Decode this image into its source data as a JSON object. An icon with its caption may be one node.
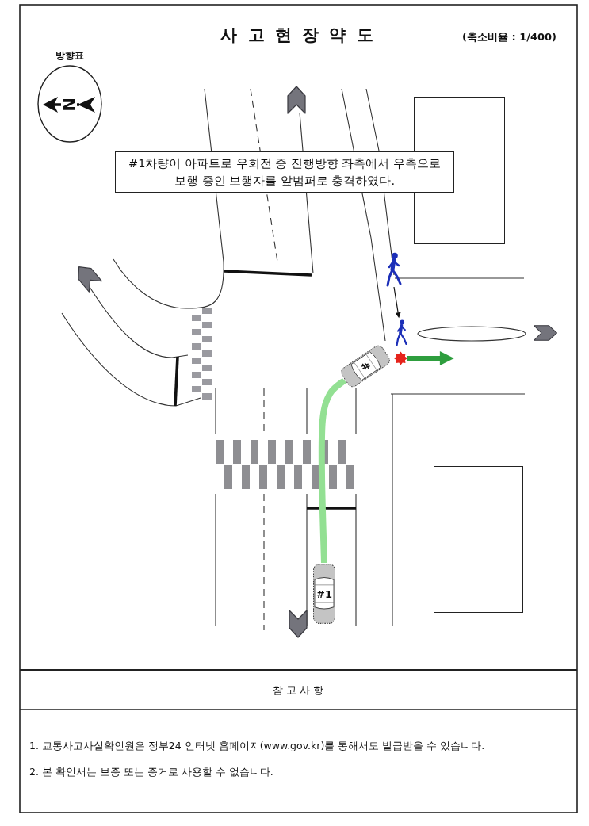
{
  "diagram": {
    "title": "사 고 현 장 약 도",
    "nodes": [
      {
        "text": [
          "방향표",
          "N"
        ]
      },
      {
        "text": [],
        "shape": "box"
      },
      {
        "text": [
          "#1차량이 아파트로 우회전 중 진행방향 좌측에서 우측으로 보행 중인 보행자를 앞범퍼로 충격하였다."
        ]
      },
      {
        "text": [],
        "shape": "person"
      },
      {
        "text": [],
        "shape": "person"
      },
      {
        "text": [
          "#"
        ]
      },
      {
        "text": [],
        "shape": "star"
      },
      {
        "text": [],
        "shape": "box"
      },
      {
        "text": [
          "#1"
        ]
      }
    ],
    "edges": [
      {
        "from": 3,
        "to": 4,
        "arrow": "to"
      },
      {
        "from": 8,
        "to": 5,
        "arrow": "none",
        "color": "#93e093"
      },
      {
        "from": 6,
        "to": null,
        "arrow": "to",
        "color": "#2e9e3e"
      }
    ],
    "labels": [
      "(축소비율 : 1/400)",
      "참 고 사 항",
      "1. 교통사고사실확인원은 정부24 인터넷 홈페이지(www.gov.kr)를 통해서도 발급받을 수 있습니다.",
      "2. 본 확인서는 보증 또는 증거로 사용할 수 없습니다."
    ]
  }
}
